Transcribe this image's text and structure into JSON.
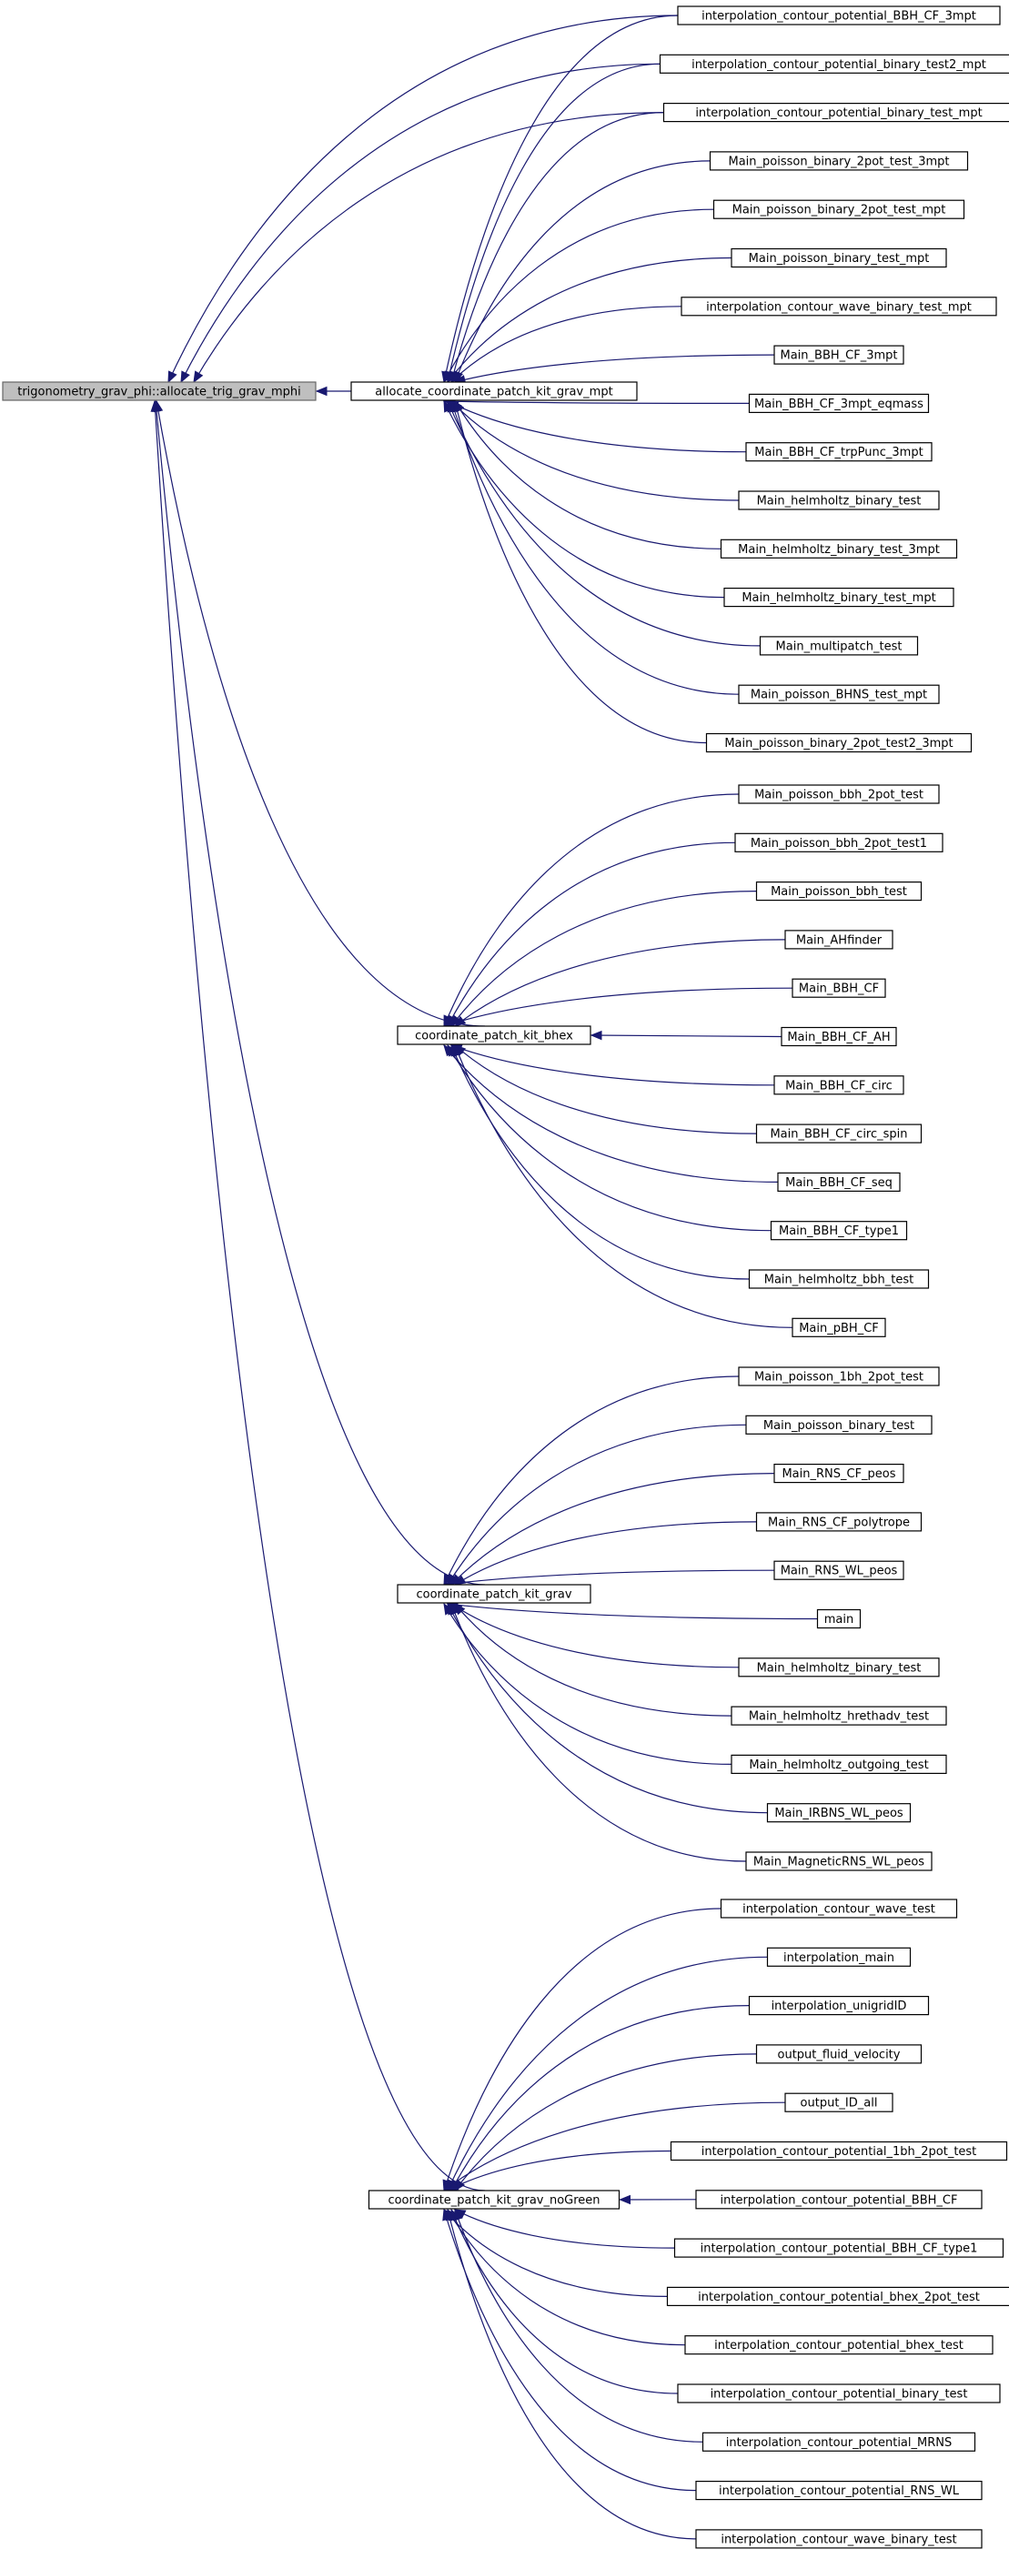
{
  "diagram": {
    "type": "caller-graph",
    "root": "trigonometry_grav_phi::allocate_trig_grav_mphi",
    "groups": [
      {
        "name": "allocate_coordinate_patch_kit_grav_mpt",
        "callers": [
          "interpolation_contour_potential_BBH_CF_3mpt",
          "interpolation_contour_potential_binary_test2_mpt",
          "interpolation_contour_potential_binary_test_mpt",
          "Main_poisson_binary_2pot_test_3mpt",
          "Main_poisson_binary_2pot_test_mpt",
          "Main_poisson_binary_test_mpt",
          "interpolation_contour_wave_binary_test_mpt",
          "Main_BBH_CF_3mpt",
          "Main_BBH_CF_3mpt_eqmass",
          "Main_BBH_CF_trpPunc_3mpt",
          "Main_helmholtz_binary_test",
          "Main_helmholtz_binary_test_3mpt",
          "Main_helmholtz_binary_test_mpt",
          "Main_multipatch_test",
          "Main_poisson_BHNS_test_mpt",
          "Main_poisson_binary_2pot_test2_3mpt"
        ]
      },
      {
        "name": "coordinate_patch_kit_bhex",
        "callers": [
          "Main_poisson_bbh_2pot_test",
          "Main_poisson_bbh_2pot_test1",
          "Main_poisson_bbh_test",
          "Main_AHfinder",
          "Main_BBH_CF",
          "Main_BBH_CF_AH",
          "Main_BBH_CF_circ",
          "Main_BBH_CF_circ_spin",
          "Main_BBH_CF_seq",
          "Main_BBH_CF_type1",
          "Main_helmholtz_bbh_test",
          "Main_pBH_CF"
        ]
      },
      {
        "name": "coordinate_patch_kit_grav",
        "callers": [
          "Main_poisson_1bh_2pot_test",
          "Main_poisson_binary_test",
          "Main_RNS_CF_peos",
          "Main_RNS_CF_polytrope",
          "Main_RNS_WL_peos",
          "main",
          "Main_helmholtz_binary_test",
          "Main_helmholtz_hrethadv_test",
          "Main_helmholtz_outgoing_test",
          "Main_IRBNS_WL_peos",
          "Main_MagneticRNS_WL_peos"
        ]
      },
      {
        "name": "coordinate_patch_kit_grav_noGreen",
        "callers": [
          "interpolation_contour_wave_test",
          "interpolation_main",
          "interpolation_unigridID",
          "output_fluid_velocity",
          "output_ID_all",
          "interpolation_contour_potential_1bh_2pot_test",
          "interpolation_contour_potential_BBH_CF",
          "interpolation_contour_potential_BBH_CF_type1",
          "interpolation_contour_potential_bhex_2pot_test",
          "interpolation_contour_potential_bhex_test",
          "interpolation_contour_potential_binary_test",
          "interpolation_contour_potential_MRNS",
          "interpolation_contour_potential_RNS_WL",
          "interpolation_contour_wave_binary_test"
        ]
      }
    ],
    "extra_root_callers": [
      "interpolation_contour_potential_BBH_CF_3mpt",
      "interpolation_contour_potential_binary_test2_mpt",
      "interpolation_contour_potential_binary_test_mpt"
    ],
    "colors": {
      "edge": "#191970",
      "root_fill": "#bfbfbf",
      "node_fill": "#ffffff",
      "node_border": "#000000"
    }
  }
}
